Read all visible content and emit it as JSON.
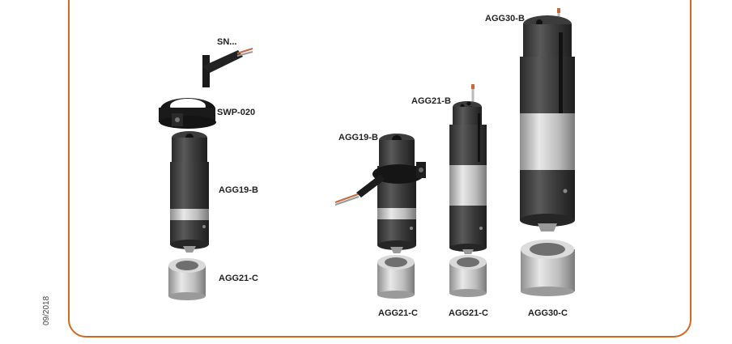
{
  "document": {
    "date_stamp": "09/2018",
    "colors": {
      "frame_border": "#d2691e",
      "label_text": "#222222"
    }
  },
  "assembly_left": {
    "sensor_label": "SN...",
    "clamp_label": "SWP-020",
    "cylinder_label": "AGG19-B",
    "cup_label": "AGG21-C"
  },
  "products": [
    {
      "cylinder_label": "AGG19-B",
      "cup_label": "AGG21-C"
    },
    {
      "cylinder_label": "AGG21-B",
      "cup_label": "AGG21-C"
    },
    {
      "cylinder_label": "AGG30-B",
      "cup_label": "AGG30-C"
    }
  ],
  "icons": [
    "sensor-cable",
    "clamp-ring",
    "gripper-cylinder",
    "gripper-cup"
  ]
}
